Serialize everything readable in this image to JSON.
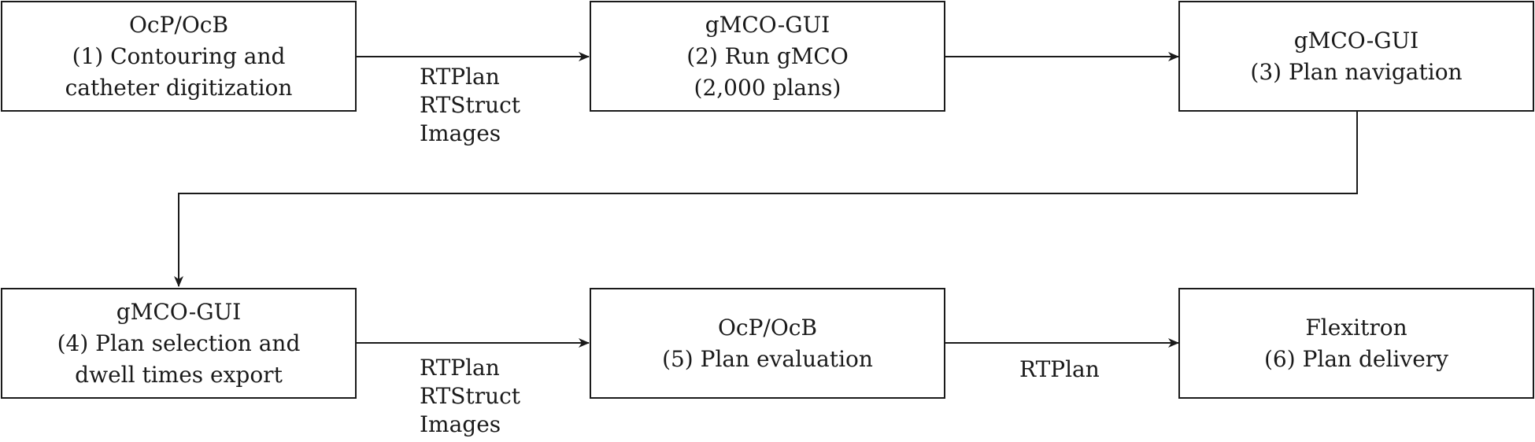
{
  "nodes": [
    {
      "id": "n1",
      "lines": [
        "OcP/OcB",
        "(1) Contouring and",
        "catheter digitization"
      ]
    },
    {
      "id": "n2",
      "lines": [
        "gMCO-GUI",
        "(2) Run gMCO",
        "(2,000 plans)"
      ]
    },
    {
      "id": "n3",
      "lines": [
        "gMCO-GUI",
        "(3) Plan navigation"
      ]
    },
    {
      "id": "n4",
      "lines": [
        "gMCO-GUI",
        "(4) Plan selection and",
        "dwell times export"
      ]
    },
    {
      "id": "n5",
      "lines": [
        "OcP/OcB",
        "(5) Plan evaluation"
      ]
    },
    {
      "id": "n6",
      "lines": [
        "Flexitron",
        "(6) Plan delivery"
      ]
    }
  ],
  "edges": [
    {
      "from": "n1",
      "to": "n2",
      "label": [
        "RTPlan",
        "RTStruct",
        "Images"
      ]
    },
    {
      "from": "n2",
      "to": "n3",
      "label": []
    },
    {
      "from": "n3",
      "to": "n4",
      "label": []
    },
    {
      "from": "n4",
      "to": "n5",
      "label": [
        "RTPlan",
        "RTStruct",
        "Images"
      ]
    },
    {
      "from": "n5",
      "to": "n6",
      "label": [
        "RTPlan"
      ]
    }
  ]
}
